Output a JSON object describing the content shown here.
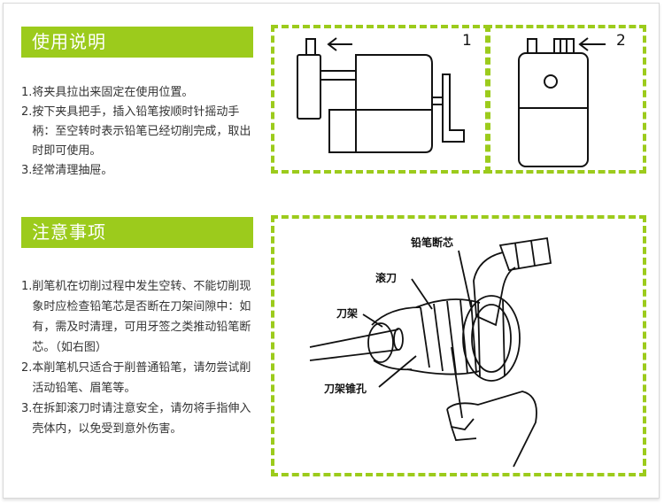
{
  "usage": {
    "title": "使用说明",
    "steps": [
      {
        "num": "1.",
        "text": "将夹具拉出来固定在使用位置。"
      },
      {
        "num": "2.",
        "text": "按下夹具把手，插入铅笔按顺时针摇动手柄：至空转时表示铅笔已经切削完成，取出时即可使用。"
      },
      {
        "num": "3.",
        "text": "经常清理抽屉。"
      }
    ]
  },
  "notice": {
    "title": "注意事项",
    "steps": [
      {
        "num": "1.",
        "text": "削笔机在切削过程中发生空转、不能切削现象时应检查铅笔芯是否断在刀架间隙中：如有，需及时清理，可用牙签之类推动铅笔断芯。（如右图）"
      },
      {
        "num": "2.",
        "text": "本削笔机只适合于削普通铅笔，请勿尝试削活动铅笔、眉笔等。"
      },
      {
        "num": "3.",
        "text": "在拆卸滚刀时请注意安全，请勿将手指伸入壳体内，以免受到意外伤害。"
      }
    ]
  },
  "figures": {
    "fig1_number": "1",
    "fig2_number": "2",
    "labels": {
      "broken_lead": "铅笔断芯",
      "roller_blade": "滚刀",
      "blade_holder": "刀架",
      "holder_hole": "刀架锥孔"
    }
  },
  "colors": {
    "accent": "#9ccb1c"
  }
}
